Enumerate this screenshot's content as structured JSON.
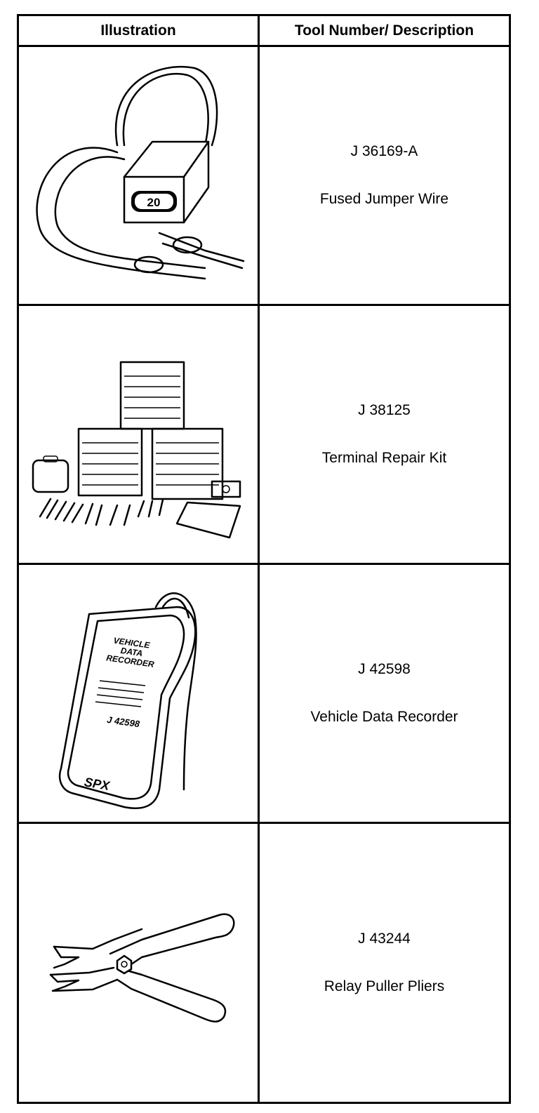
{
  "header": {
    "col1": "Illustration",
    "col2": "Tool Number/ Description"
  },
  "rows": [
    {
      "number": "J 36169-A",
      "description": "Fused Jumper Wire",
      "icon": "fused-jumper-wire",
      "fuse_label": "20"
    },
    {
      "number": "J 38125",
      "description": "Terminal Repair Kit",
      "icon": "terminal-repair-kit"
    },
    {
      "number": "J 42598",
      "description": "Vehicle Data Recorder",
      "icon": "vehicle-data-recorder",
      "device_label_1": "VEHICLE",
      "device_label_2": "DATA",
      "device_label_3": "RECORDER",
      "device_model": "J 42598",
      "device_brand": "SPX"
    },
    {
      "number": "J 43244",
      "description": "Relay Puller Pliers",
      "icon": "relay-puller-pliers"
    }
  ]
}
